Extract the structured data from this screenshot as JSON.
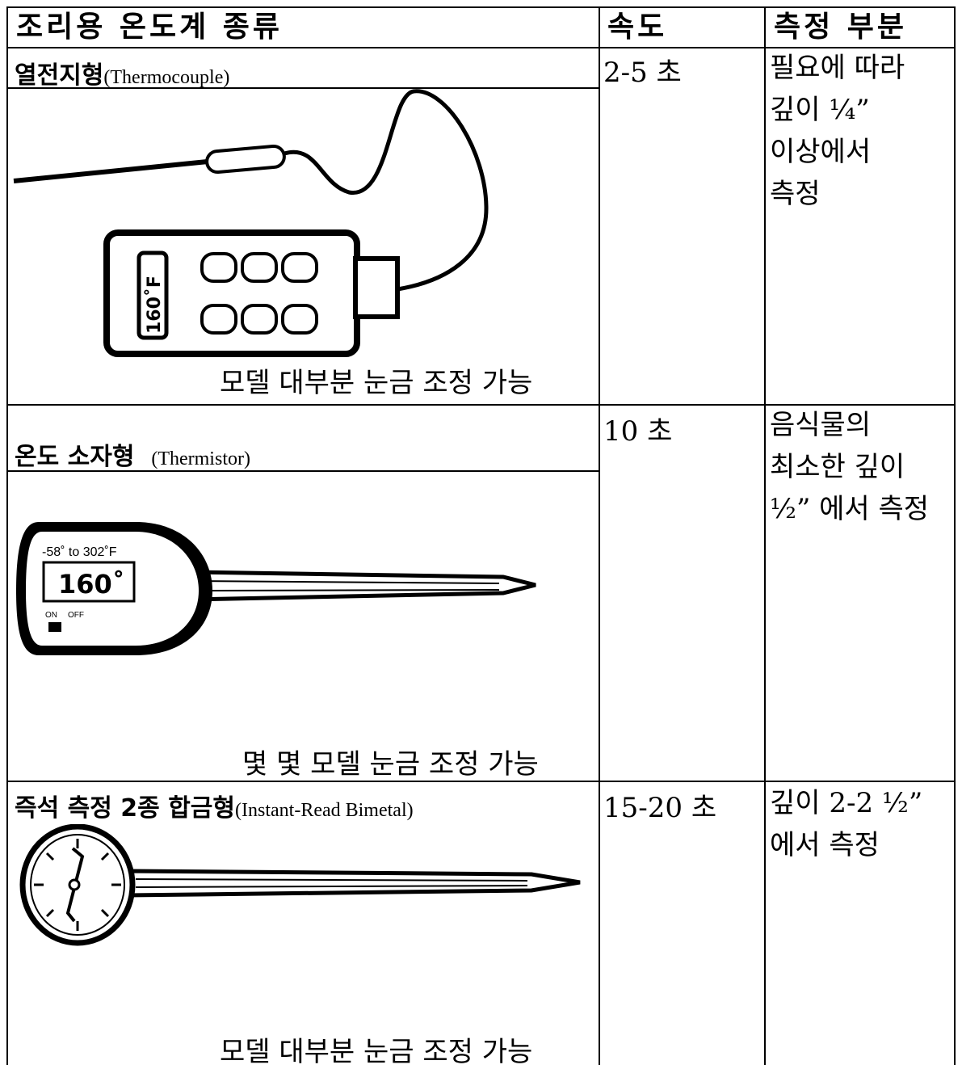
{
  "header": {
    "type_col": "조리용 온도계 종류",
    "speed_col": "속도",
    "measure_col": "측정 부분"
  },
  "rows": [
    {
      "name_ko": "열전지형",
      "name_en": "(Thermocouple)",
      "speed": "2-5 초",
      "measure_lines": [
        "필요에 따라",
        "깊이 ¼”",
        "이상에서",
        "측정"
      ],
      "calibration": "모델 대부분 눈금 조정 가능",
      "display_reading": "160˚F"
    },
    {
      "name_ko": "온도 소자형",
      "name_en": "(Thermistor)",
      "speed": "10 초",
      "measure_lines": [
        "음식물의",
        "최소한 깊이",
        "½” 에서 측정"
      ],
      "calibration": "몇 몇 모델 눈금 조정 가능",
      "range_text": "-58˚ to 302˚F",
      "display_reading": "160˚",
      "on_label": "ON",
      "off_label": "OFF"
    },
    {
      "name_ko": "즉석 측정 2종 합금형",
      "name_en": "(Instant-Read Bimetal)",
      "speed": "15-20 초",
      "measure_lines": [
        "깊이 2-2 ½”",
        "에서 측정"
      ],
      "calibration": "모델 대부분 눈금 조정 가능"
    }
  ]
}
